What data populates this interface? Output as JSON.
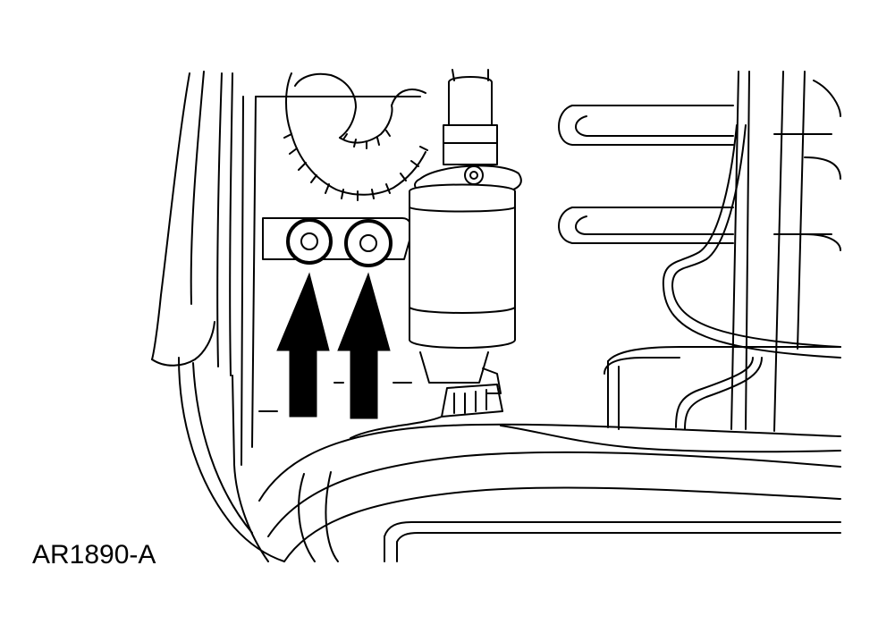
{
  "figure": {
    "id_label": "AR1890-A"
  },
  "colors": {
    "line": "#000000",
    "background": "#ffffff",
    "arrow_fill": "#000000"
  },
  "callouts": {
    "arrows": [
      {
        "name": "arrow-left",
        "points_to": "bolt-left"
      },
      {
        "name": "arrow-right",
        "points_to": "bolt-right"
      }
    ]
  }
}
